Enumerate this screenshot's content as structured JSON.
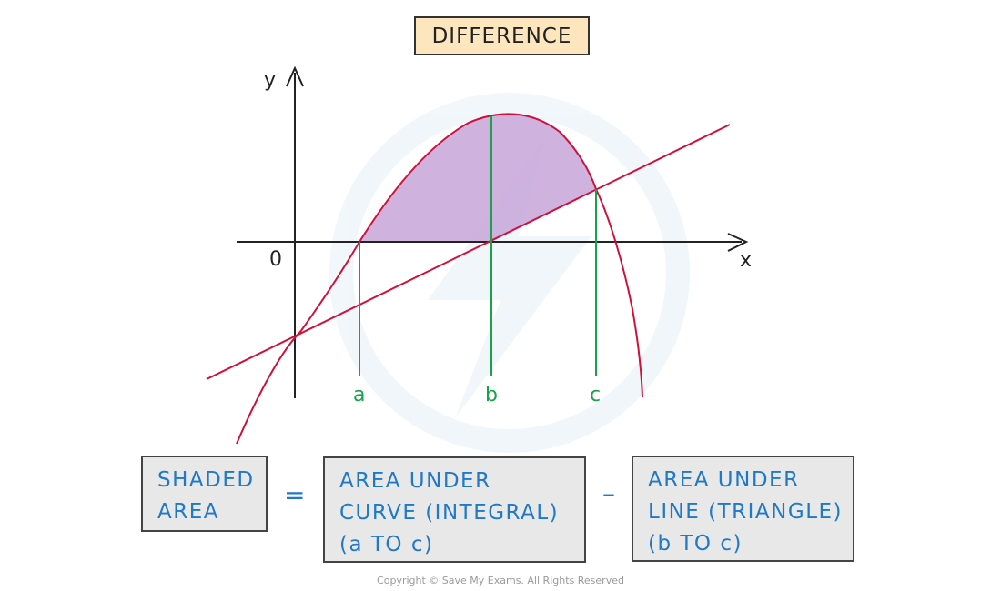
{
  "title": "DIFFERENCE",
  "axes": {
    "x_label": "x",
    "y_label": "y",
    "origin_label": "0"
  },
  "markers": {
    "a": "a",
    "b": "b",
    "c": "c"
  },
  "equation": {
    "lhs_lines": [
      "SHADED",
      "AREA"
    ],
    "equals": "=",
    "term1_lines": [
      "AREA UNDER",
      "CURVE (INTEGRAL)",
      "(a TO c)"
    ],
    "minus": "–",
    "term2_lines": [
      "AREA UNDER",
      "LINE (TRIANGLE)",
      "(b TO c)"
    ]
  },
  "copyright": "Copyright © Save My Exams. All Rights Reserved",
  "colors": {
    "curve": "#d0103a",
    "verticals": "#16a34a",
    "shade": "#c7a4d8",
    "text_blue": "#1f78c8",
    "title_bg": "#fde6bd",
    "box_bg": "#e8e8e8"
  }
}
